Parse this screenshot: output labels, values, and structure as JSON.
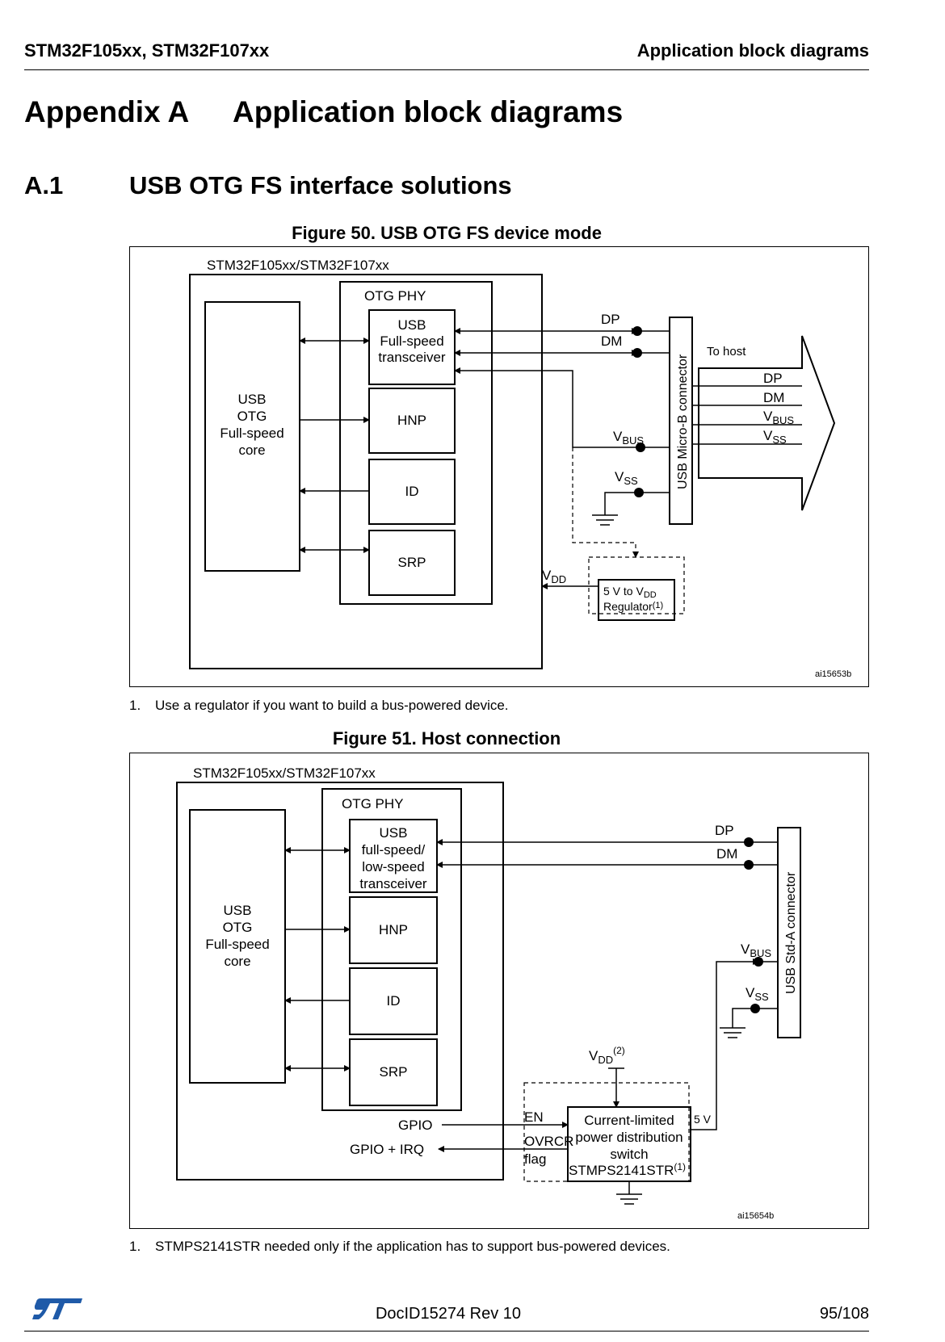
{
  "header": {
    "left": "STM32F105xx, STM32F107xx",
    "right": "Application block diagrams"
  },
  "appendix": {
    "label": "Appendix A",
    "title": "Application block diagrams"
  },
  "section": {
    "number": "A.1",
    "title": "USB OTG FS interface solutions"
  },
  "figure50": {
    "caption": "Figure 50. USB OTG FS device mode",
    "mcu_label": "STM32F105xx/STM32F107xx",
    "phy_label": "OTG PHY",
    "core": [
      "USB",
      "OTG",
      "Full-speed",
      "core"
    ],
    "transceiver": [
      "USB",
      "Full-speed",
      "transceiver"
    ],
    "hnp": "HNP",
    "id": "ID",
    "srp": "SRP",
    "dp": "DP",
    "dm": "DM",
    "vbus_main": "V",
    "vbus_sub": "BUS",
    "vss_main": "V",
    "vss_sub": "SS",
    "vdd_main": "V",
    "vdd_sub": "DD",
    "connector": "USB Micro-B connector",
    "to_host": "To host",
    "arrow_dp": "DP",
    "arrow_dm": "DM",
    "regulator_line1_a": "5 V to V",
    "regulator_line1_sub": "DD",
    "regulator_line2": "Regulator",
    "regulator_note": "(1)",
    "ref": "ai15653b",
    "note_number": "1.",
    "note": "Use a regulator if you want to build a bus-powered device."
  },
  "figure51": {
    "caption": "Figure 51. Host connection",
    "mcu_label": "STM32F105xx/STM32F107xx",
    "phy_label": "OTG PHY",
    "core": [
      "USB",
      "OTG",
      "Full-speed",
      "core"
    ],
    "transceiver": [
      "USB",
      "full-speed/",
      "low-speed",
      "transceiver"
    ],
    "hnp": "HNP",
    "id": "ID",
    "srp": "SRP",
    "dp": "DP",
    "dm": "DM",
    "vbus_main": "V",
    "vbus_sub": "BUS",
    "vss_main": "V",
    "vss_sub": "SS",
    "vdd_main": "V",
    "vdd_sub": "DD",
    "vdd_note": "(2)",
    "connector": "USB Std-A connector",
    "gpio": "GPIO",
    "gpio_irq": "GPIO + IRQ",
    "en": "EN",
    "ovrcr": "OVRCR",
    "flag": "flag",
    "five_v": "5 V",
    "switch": [
      "Current-limited",
      "power distribution",
      "switch",
      "STMPS2141STR"
    ],
    "switch_note": "(1)",
    "ref": "ai15654b",
    "note_number": "1.",
    "note": "STMPS2141STR needed only if the application has to support bus-powered devices."
  },
  "footer": {
    "doc": "DocID15274 Rev 10",
    "page": "95/108",
    "logo": "st-logo"
  }
}
